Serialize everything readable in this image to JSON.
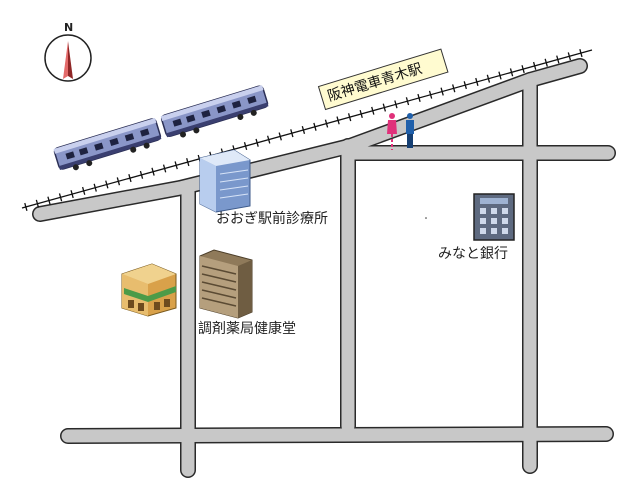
{
  "compass": {
    "north_label": "N"
  },
  "station": {
    "name": "阪神電車青木駅"
  },
  "landmarks": {
    "clinic": "おおぎ駅前診療所",
    "bank": "みなと銀行",
    "pharmacy": "調剤薬局健康堂"
  },
  "colors": {
    "road": "#c8c8c8",
    "road_edge": "#2a2a2a",
    "station_sign_bg": "#fffbd0",
    "train_body": "#8a96c8",
    "compass_needle": "#b83a3a",
    "female_restroom": "#e0317a",
    "male_restroom": "#1f5faa"
  },
  "icons": [
    "compass-icon",
    "train-icon",
    "office-building-icon",
    "bank-building-icon",
    "apartment-building-icon",
    "shop-building-icon",
    "restroom-female-icon",
    "restroom-male-icon"
  ]
}
